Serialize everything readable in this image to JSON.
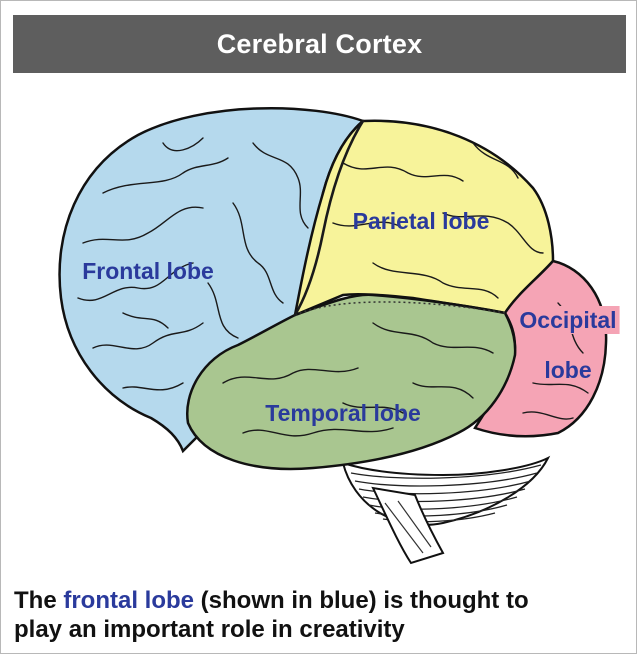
{
  "header": {
    "title": "Cerebral Cortex"
  },
  "diagram": {
    "labels": {
      "frontal": "Frontal lobe",
      "parietal": "Parietal lobe",
      "occipital_line1": "Occipital",
      "occipital_line2": "lobe",
      "temporal": "Temporal lobe"
    },
    "colors": {
      "frontal": "#b5d9ed",
      "parietal": "#f7f39a",
      "occipital": "#f5a4b5",
      "temporal": "#a9c690",
      "cerebellum": "#ffffff",
      "outline": "#111111",
      "label_text": "#2a3a9c"
    }
  },
  "caption": {
    "prefix": "The ",
    "highlight": "frontal lobe",
    "suffix_line1": " (shown in blue) is thought to",
    "line2": "play an important role in creativity"
  }
}
